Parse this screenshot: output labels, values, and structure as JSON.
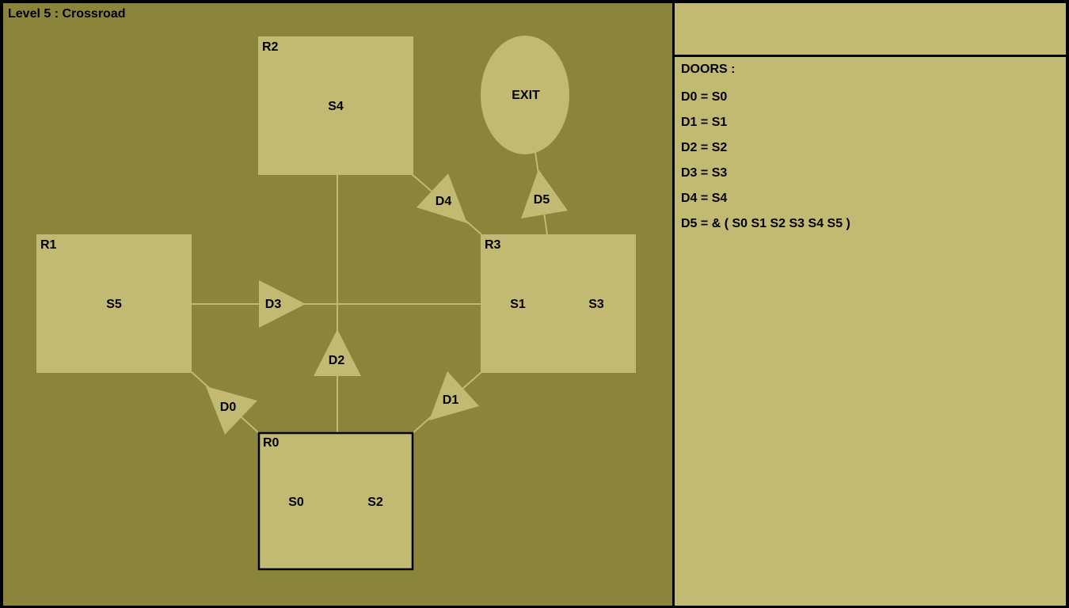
{
  "level_title": "Level 5 : Crossroad",
  "colors": {
    "background": "#8b853c",
    "room": "#c2b972",
    "panel": "#c2b972",
    "border": "#000000"
  },
  "rooms": [
    {
      "id": "R0",
      "switches": [
        "S0",
        "S2"
      ],
      "current": true
    },
    {
      "id": "R1",
      "switches": [
        "S5"
      ]
    },
    {
      "id": "R2",
      "switches": [
        "S4"
      ]
    },
    {
      "id": "R3",
      "switches": [
        "S1",
        "S3"
      ]
    }
  ],
  "exit_label": "EXIT",
  "doors": [
    "D0",
    "D1",
    "D2",
    "D3",
    "D4",
    "D5"
  ],
  "side_panel": {
    "title": "DOORS :",
    "lines": [
      "D0 = S0",
      "D1 = S1",
      "D2 = S2",
      "D3 = S3",
      "D4 = S4",
      "D5 = & ( S0 S1 S2 S3 S4 S5 )"
    ]
  }
}
